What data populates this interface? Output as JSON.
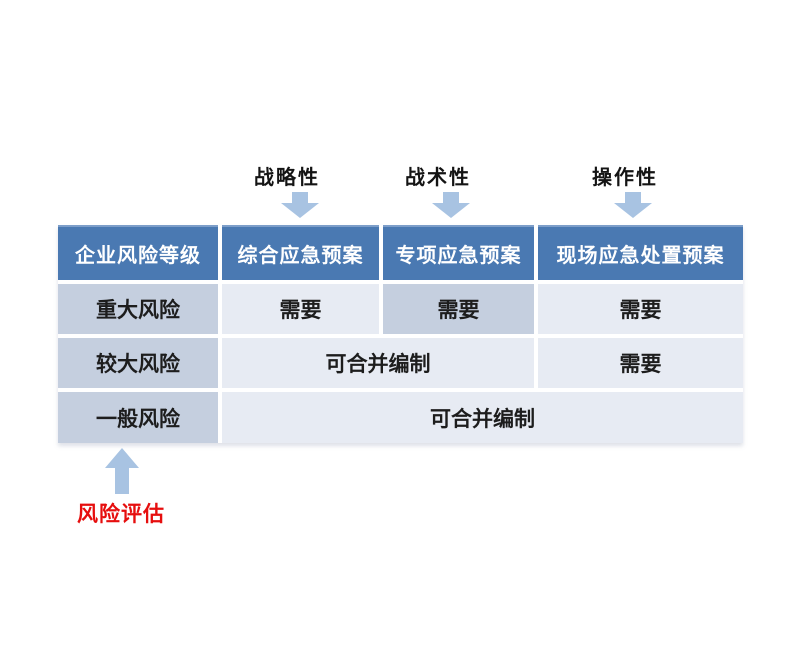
{
  "diagram": {
    "plan_type_labels": [
      {
        "label": "战略性"
      },
      {
        "label": "战术性"
      },
      {
        "label": "操作性"
      }
    ],
    "table": {
      "headers": [
        "企业风险等级",
        "综合应急预案",
        "专项应急预案",
        "现场应急处置预案"
      ],
      "rows": [
        {
          "risk_level": "重大风险",
          "cells": [
            "需要",
            "需要",
            "需要"
          ]
        },
        {
          "risk_level": "较大风险",
          "cells": [
            "可合并编制",
            "需要"
          ]
        },
        {
          "risk_level": "一般风险",
          "cells": [
            "可合并编制"
          ]
        }
      ]
    },
    "risk_assessment_label": "风险评估",
    "icons": {
      "down_arrow": "block-arrow-down",
      "up_arrow": "block-arrow-up"
    },
    "colors": {
      "header_bg": "#4a79b2",
      "header_text": "#ffffff",
      "dark_cell_bg": "#c5cfdf",
      "light_cell_bg": "#e7ebf3",
      "cell_text": "#1d1d1d",
      "arrow_fill": "#a8c3e2",
      "risk_label_color": "#e60e0e"
    }
  }
}
